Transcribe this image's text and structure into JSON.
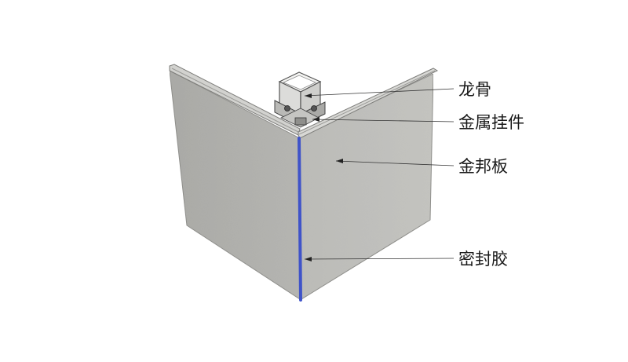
{
  "labels": {
    "keel": "龙骨",
    "hanger": "金属挂件",
    "panel": "金邦板",
    "sealant": "密封胶"
  },
  "colors": {
    "panel_left": "#aeaeaa",
    "panel_right": "#bdbdb9",
    "rail": "#c9c9c6",
    "sealant": "#3f53c9",
    "leader": "#333333"
  }
}
